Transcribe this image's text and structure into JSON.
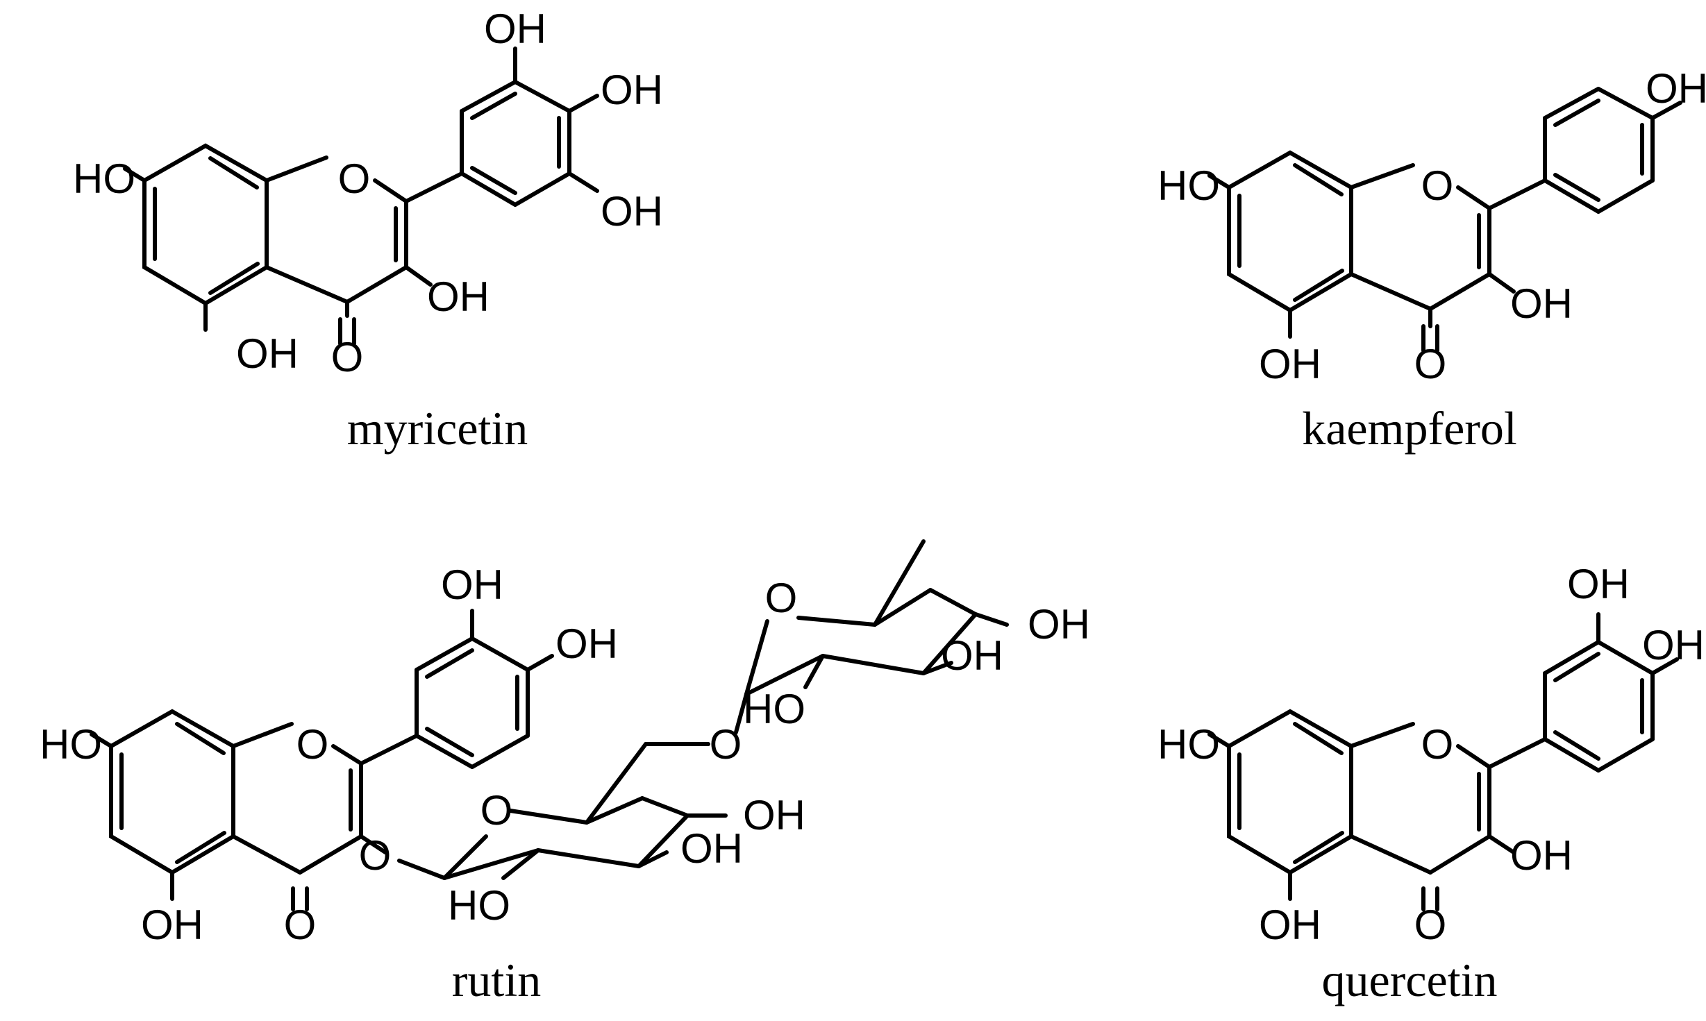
{
  "molecules": [
    {
      "id": "myricetin",
      "name": "myricetin"
    },
    {
      "id": "kaempferol",
      "name": "kaempferol"
    },
    {
      "id": "rutin",
      "name": "rutin"
    },
    {
      "id": "quercetin",
      "name": "quercetin"
    }
  ],
  "labels": {
    "hydroxyl": "OH",
    "hydroxyl_left": "HO",
    "oxygen": "O"
  },
  "style": {
    "ink": "#000000",
    "background": "#ffffff"
  }
}
